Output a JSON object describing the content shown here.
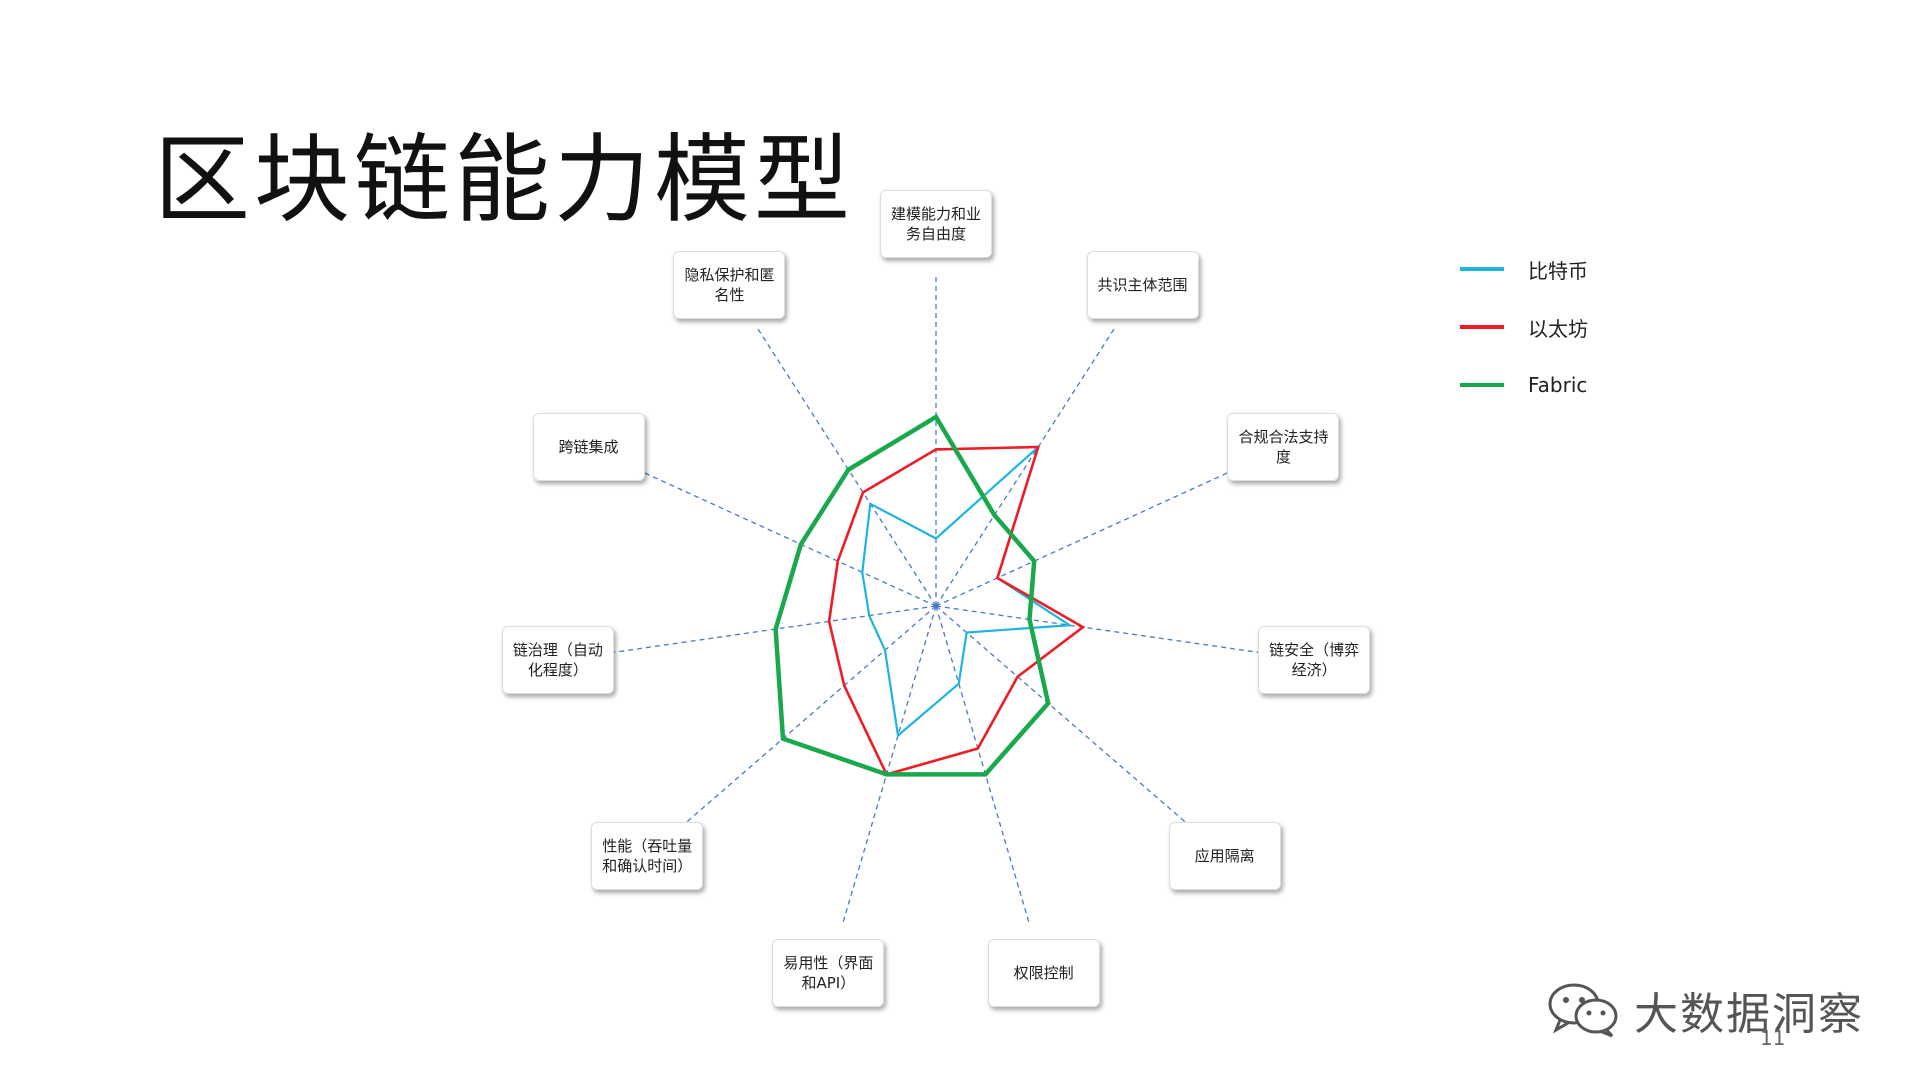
{
  "page": {
    "title": "区块链能力模型",
    "page_number": "11",
    "watermark": "大数据洞察"
  },
  "chart_data": {
    "type": "radar",
    "title": "",
    "axes": [
      "建模能力和业务自由度",
      "共识主体范围",
      "合规合法支持度",
      "链安全（博弈经济）",
      "应用隔离",
      "权限控制",
      "易用性（界面和API）",
      "性能（吞吐量和确认时间）",
      "链治理（自动化程度）",
      "跨链集成",
      "隐私保护和匿名性"
    ],
    "axis_label_lines": [
      [
        "建模能力和业",
        "务自由度"
      ],
      [
        "共识主体范围"
      ],
      [
        "合规合法支持",
        "度"
      ],
      [
        "链安全（博弈",
        "经济）"
      ],
      [
        "应用隔离"
      ],
      [
        "权限控制"
      ],
      [
        "易用性（界面",
        "和API）"
      ],
      [
        "性能（吞吐量",
        "和确认时间）"
      ],
      [
        "链治理（自动",
        "化程度）"
      ],
      [
        "跨链集成"
      ],
      [
        "隐私保护和匿",
        "名性"
      ]
    ],
    "max": 10,
    "series": [
      {
        "name": "比特币",
        "color": "#1fb3e0",
        "values": [
          2.5,
          7.0,
          2.5,
          5.0,
          1.5,
          3.0,
          5.0,
          2.5,
          2.5,
          3.0,
          4.5
        ]
      },
      {
        "name": "以太坊",
        "color": "#ee1c25",
        "values": [
          5.8,
          7.0,
          2.5,
          5.5,
          4.0,
          5.5,
          6.5,
          4.5,
          4.0,
          4.0,
          5.0
        ]
      },
      {
        "name": "Fabric",
        "color": "#1aa84c",
        "values": [
          7.0,
          4.0,
          4.0,
          3.5,
          5.5,
          6.5,
          6.5,
          7.5,
          6.0,
          5.5,
          6.0
        ]
      }
    ],
    "legend_position": "top-right",
    "grid": false
  }
}
